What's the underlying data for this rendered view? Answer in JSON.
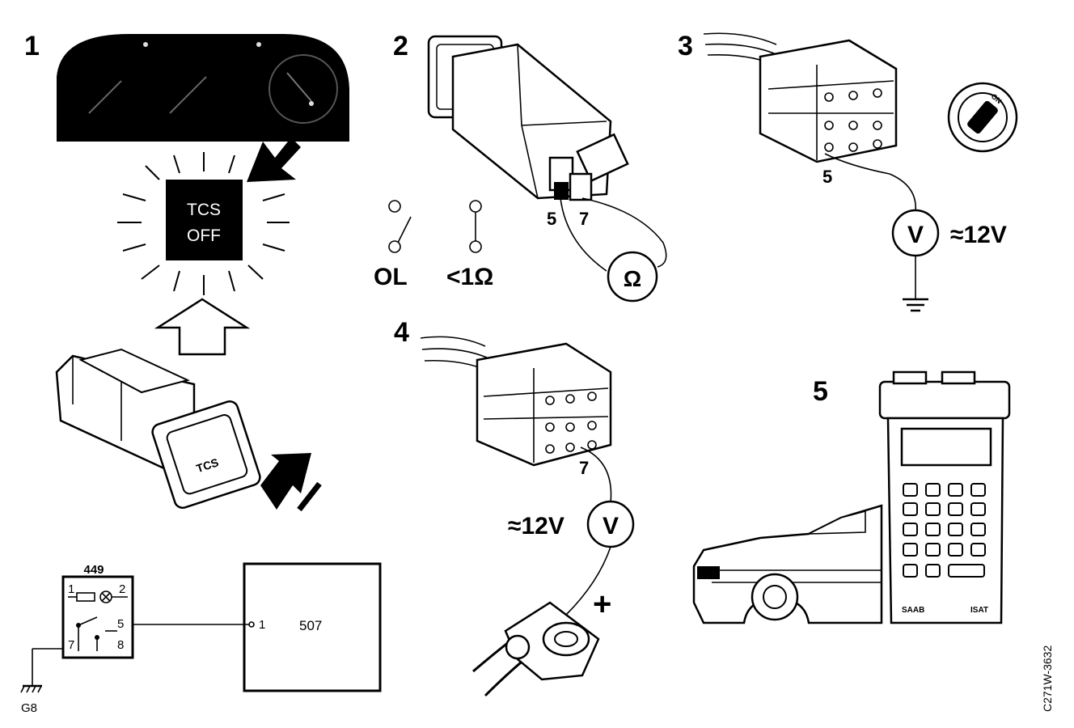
{
  "steps": [
    {
      "number": "1",
      "lamp_line_1": "TCS",
      "lamp_line_2": "OFF",
      "switch_label": "TCS"
    },
    {
      "number": "2",
      "pin_a": "5",
      "pin_b": "7",
      "meter_symbol": "Ω",
      "reading_open": "OL",
      "reading_closed": "<1Ω"
    },
    {
      "number": "3",
      "pin": "5",
      "meter_symbol": "V",
      "reading": "≈12V",
      "ignition_label": "ON"
    },
    {
      "number": "4",
      "pin": "7",
      "meter_symbol": "V",
      "reading": "≈12V",
      "polarity": "+"
    },
    {
      "number": "5",
      "tester_brand": "SAAB",
      "tester_model": "ISAT"
    }
  ],
  "circuit": {
    "component_a": "449",
    "component_b": "507",
    "pins": [
      "1",
      "2",
      "5",
      "7",
      "8"
    ],
    "module_pin": "1",
    "ground": "G8"
  },
  "figure_code": "C271W-3632"
}
